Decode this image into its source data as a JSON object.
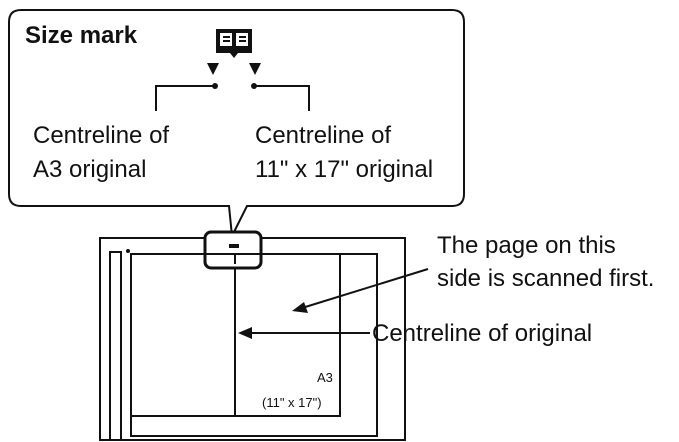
{
  "callout": {
    "title": "Size mark",
    "icon": "open-book-icon",
    "left_label_line1": "Centreline of",
    "left_label_line2": "A3 original",
    "right_label_line1": "Centreline of",
    "right_label_line2": "11\" x 17\" original"
  },
  "annotations": {
    "scanned_first_line1": "The page on this",
    "scanned_first_line2": "side is scanned first.",
    "centreline_original": "Centreline of original"
  },
  "original_label": {
    "size": "A3",
    "size_alt": "(11\" x 17\")"
  }
}
